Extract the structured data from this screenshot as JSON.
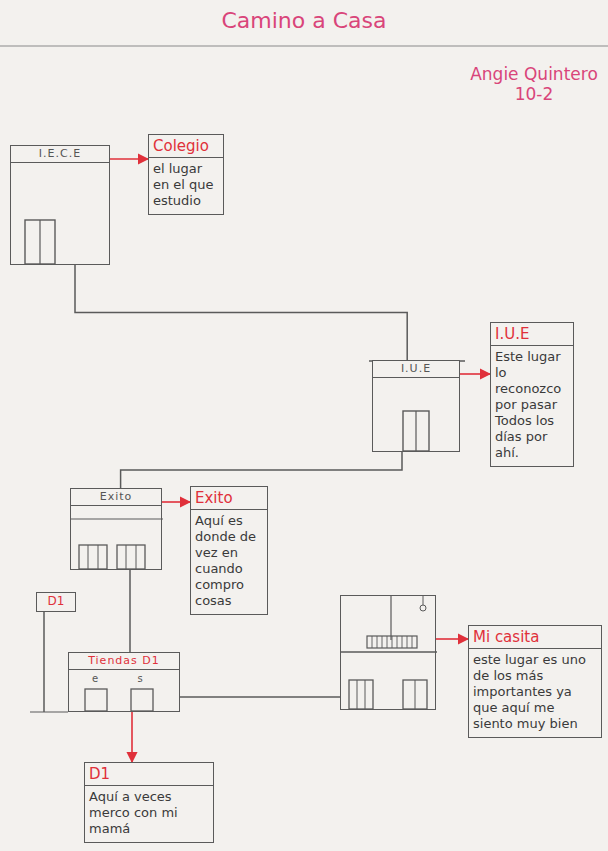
{
  "diagram": {
    "title": "Camino a Casa",
    "nodes": [
      {
        "text": [
          "I.E.C.E"
        ]
      },
      {
        "text": [
          "Colegio",
          "el lugar en el que estudio"
        ]
      },
      {
        "text": [
          "I.U.E"
        ]
      },
      {
        "text": [
          "I.U.E",
          "Este lugar lo reconozco por pasar Todos los días por ahí."
        ]
      },
      {
        "text": [
          "Exito"
        ]
      },
      {
        "text": [
          "Exito",
          "Aquí es donde de vez en cuando compro cosas"
        ]
      },
      {
        "text": [
          "D1"
        ]
      },
      {
        "text": [
          "Tiendas D1"
        ]
      },
      {
        "text": []
      },
      {
        "text": [
          "Mi casita",
          "este lugar es uno de los más importantes ya que aquí me siento muy bien"
        ]
      },
      {
        "text": [
          "D1",
          "Aquí a veces merco con mi mamá"
        ]
      }
    ],
    "edges": [
      {
        "from": 0,
        "to": 2,
        "arrow": "none"
      },
      {
        "from": 2,
        "to": 4,
        "arrow": "none"
      },
      {
        "from": 4,
        "to": 7,
        "arrow": "none"
      },
      {
        "from": 7,
        "to": 8,
        "arrow": "none"
      },
      {
        "from": 0,
        "to": 1,
        "arrow": "to"
      },
      {
        "from": 2,
        "to": 3,
        "arrow": "to"
      },
      {
        "from": 4,
        "to": 5,
        "arrow": "to"
      },
      {
        "from": 7,
        "to": 10,
        "arrow": "to"
      },
      {
        "from": 8,
        "to": 9,
        "arrow": "to"
      }
    ],
    "labels": [
      "Angie Quintero 10-2",
      "e",
      "s"
    ]
  }
}
